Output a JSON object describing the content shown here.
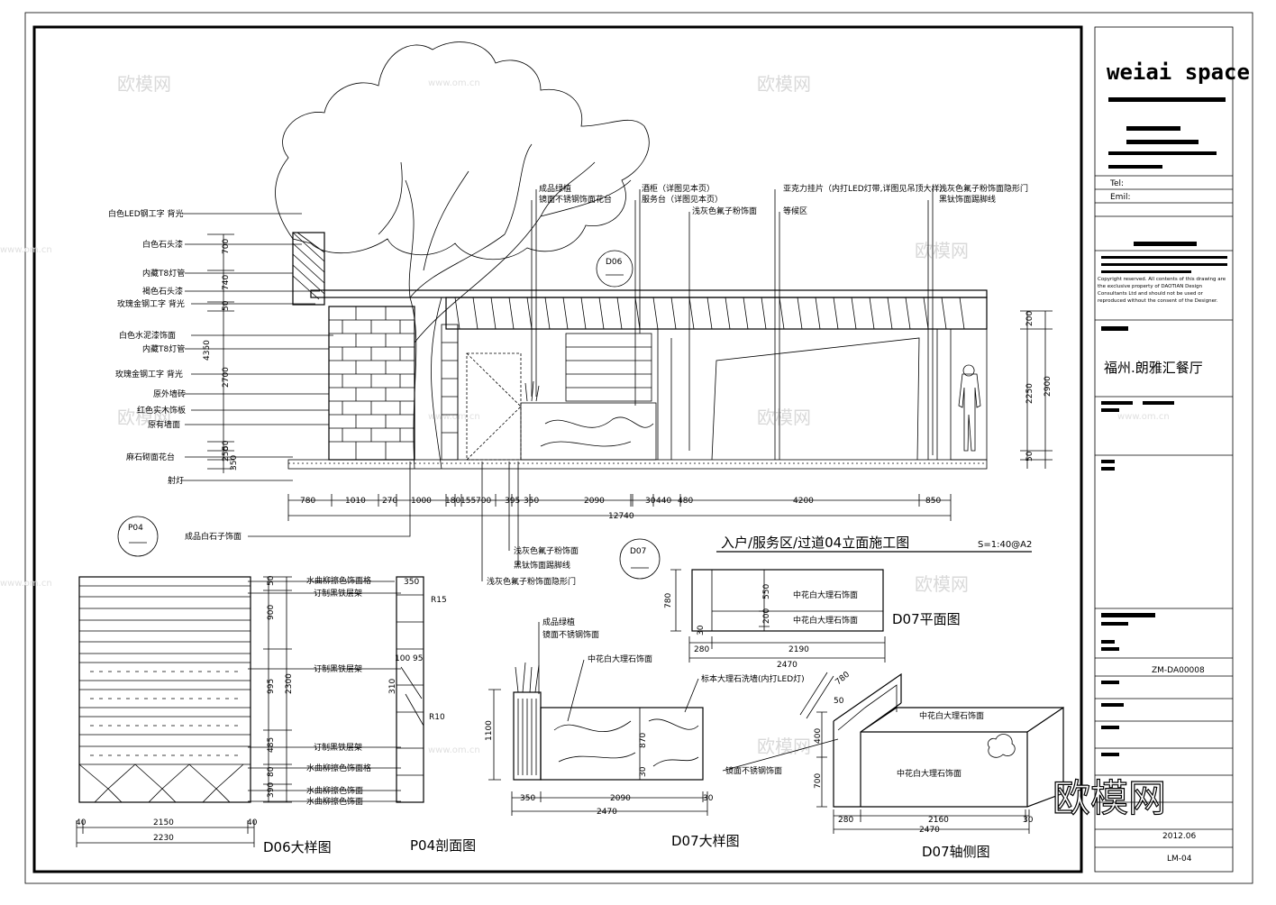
{
  "title_block": {
    "logo": "weiai space",
    "tel_label": "Tel:",
    "email_label": "Emil:",
    "copyright_en": "Copyright reserved. All contents of this drawing are the exclusive property of DAOTIAN Design Consultants Ltd and should not be used or reproduced without the consent of the Designer.",
    "project_name": "福州.朗雅汇餐厅",
    "drawing_no": "ZM-DA00008",
    "date": "2012.06",
    "sheet_no": "LM-04"
  },
  "watermarks": {
    "brand": "欧模网",
    "url": "www.om.cn",
    "big": "欧模网"
  },
  "main_elevation": {
    "title": "入户/服务区/过道04立面施工图",
    "scale": "S=1:40@A2",
    "tags": {
      "d06": "D06",
      "p04": "P04",
      "d07": "D07"
    },
    "left_labels": [
      "白色LED钢工字 背光",
      "白色石头漆",
      "内藏T8灯管",
      "褐色石头漆",
      "玫瑰金钢工字 背光",
      "白色水泥漆饰面",
      "内藏T8灯管",
      "玫瑰金钢工字 背光",
      "原外墙砖",
      "红色实木饰板",
      "原有墙面",
      "麻石砌面花台",
      "射灯"
    ],
    "top_labels": [
      "成品绿植",
      "镜面不锈钢饰面花台",
      "酒柜（详图见本页）",
      "服务台（详图见本页）",
      "浅灰色氟子粉饰面",
      "亚克力挂片（内打LED灯带,详图见吊顶大样）",
      "等候区",
      "浅灰色氟子粉饰面隐形门",
      "黑钛饰面踢脚线"
    ],
    "bottom_labels": [
      "成品白石子饰面",
      "浅灰色氟子粉饰面",
      "黑钛饰面踢脚线",
      "浅灰色氟子粉饰面隐形门"
    ],
    "left_dims": [
      "700",
      "740",
      "50",
      "4350",
      "2700",
      "50",
      "250",
      "350"
    ],
    "right_dims": [
      "200",
      "2250",
      "2900",
      "50"
    ],
    "bottom_dims": [
      "780",
      "1010",
      "270",
      "1000",
      "180",
      "155",
      "700",
      "395",
      "350",
      "2090",
      "30",
      "440",
      "480",
      "4200",
      "850"
    ],
    "total_dim": "12740"
  },
  "d06": {
    "title": "D06大样图",
    "labels": [
      "水曲柳擦色饰面格",
      "订制黑铁层架",
      "订制黑铁层架",
      "订制黑铁层架",
      "水曲柳擦色饰面格",
      "水曲柳擦色饰面",
      "水曲柳擦色饰面"
    ],
    "dims_right": [
      "900",
      "2300",
      "995",
      "485",
      "80",
      "390",
      "50"
    ],
    "dims_bottom": [
      "40",
      "2150",
      "40",
      "2230"
    ]
  },
  "p04": {
    "title": "P04剖面图",
    "dims": [
      "350",
      "R15",
      "100",
      "95",
      "310",
      "R10"
    ]
  },
  "d07": {
    "title": "D07大样图",
    "labels": [
      "成品绿植",
      "镜面不锈钢饰面",
      "中花白大理石饰面",
      "标本大理石洗墙(内打LED灯)",
      "镜面不锈钢饰面"
    ],
    "dims_left": [
      "1100"
    ],
    "dims_inner": [
      "870",
      "30"
    ],
    "dims_bottom": [
      "350",
      "2090",
      "30",
      "2470"
    ]
  },
  "d07_plan": {
    "title": "D07平面图",
    "labels": [
      "中花白大理石饰面",
      "中花白大理石饰面"
    ],
    "dims_left": [
      "780",
      "550",
      "200",
      "30"
    ],
    "dims_bottom": [
      "280",
      "2190",
      "2470"
    ]
  },
  "d07_axo": {
    "title": "D07轴侧图",
    "labels": [
      "中花白大理石饰面",
      "中花白大理石饰面"
    ],
    "dims": [
      "780",
      "50",
      "400",
      "700",
      "280",
      "2160",
      "30",
      "2470"
    ]
  }
}
